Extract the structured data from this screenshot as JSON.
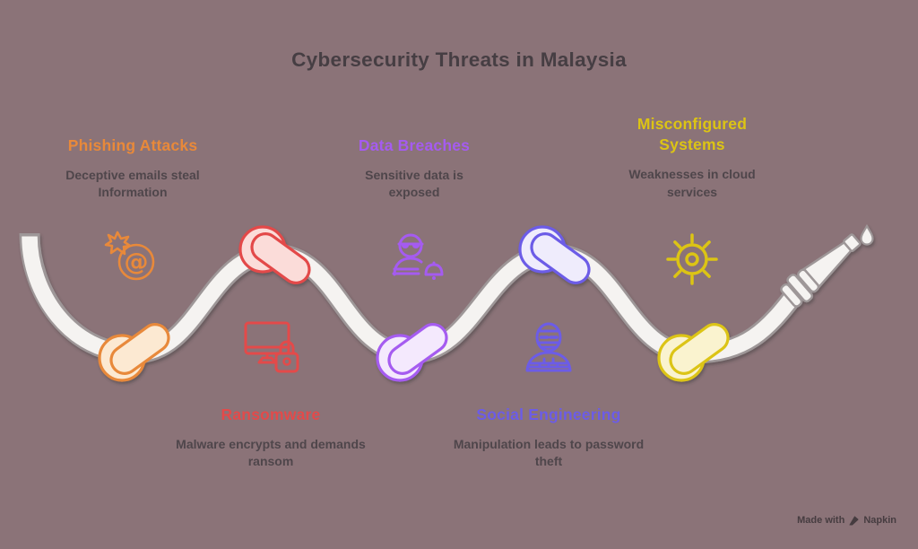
{
  "canvas": {
    "background": "#8B7378"
  },
  "header": {
    "title": "Cybersecurity Threats in Malaysia",
    "color": "#463E43"
  },
  "hose": {
    "name": "dripping-hose",
    "fill": "#F5F3F1",
    "outline": "#9E9798"
  },
  "threats": [
    {
      "title": "Phishing Attacks",
      "description": "Deceptive emails steal Information",
      "color": "#E8893A",
      "knot_fill": "#FCE9D2",
      "icon": "email-bomb-icon",
      "icon_glyph": "@",
      "text_side": "top"
    },
    {
      "title": "Ransomware",
      "description": "Malware encrypts and demands ransom",
      "color": "#E34A4A",
      "knot_fill": "#FBDCD9",
      "icon": "monitor-lock-icon",
      "text_side": "bottom"
    },
    {
      "title": "Data Breaches",
      "description": "Sensitive data is exposed",
      "color": "#A55BF0",
      "knot_fill": "#F4E9FD",
      "icon": "spy-bell-icon",
      "text_side": "top"
    },
    {
      "title": "Social Engineering",
      "description": "Manipulation leads to password theft",
      "color": "#6C5CE7",
      "knot_fill": "#EFECFC",
      "icon": "masked-person-icon",
      "text_side": "bottom"
    },
    {
      "title": "Misconfigured Systems",
      "description": "Weaknesses in cloud services",
      "color": "#DCC414",
      "knot_fill": "#FAF3CF",
      "icon": "gear-icon",
      "text_side": "top"
    }
  ],
  "watermark": {
    "prefix": "Made with",
    "brand": "Napkin"
  }
}
